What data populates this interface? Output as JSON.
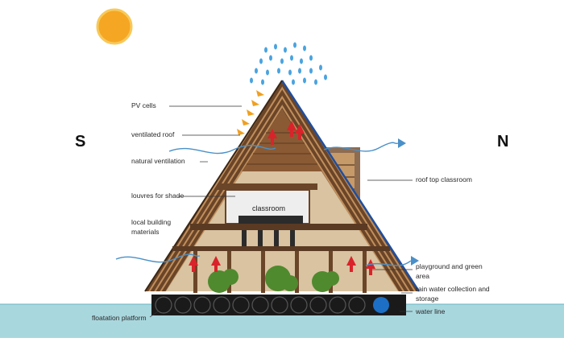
{
  "directions": {
    "south": "S",
    "north": "N"
  },
  "labels": {
    "pv_cells": "PV cells",
    "ventilated_roof": "ventilated roof",
    "natural_ventilation": "natural ventilation",
    "louvres": "louvres for shade",
    "local_materials_1": "local building",
    "local_materials_2": "materials",
    "floatation": "floatation platform",
    "roof_top": "roof top classroom",
    "playground_1": "playground and green",
    "playground_2": "area",
    "rainwater_1": "rain water collection and",
    "rainwater_2": "storage",
    "water_line": "water line",
    "classroom": "classroom"
  },
  "colors": {
    "sun": "#f5a623",
    "sun_ring": "#f7c95a",
    "rain": "#4aa3df",
    "wind": "#4a90c8",
    "water": "#a9d7de",
    "timber": "#5a3a22",
    "roof_edge": "#1f4e9e",
    "hot_arrow": "#d9232a",
    "pv_arrow": "#f0a020",
    "platform": "#1a1a1a",
    "tank_highlight": "#1c6fc4",
    "tree": "#4f8a2e"
  }
}
